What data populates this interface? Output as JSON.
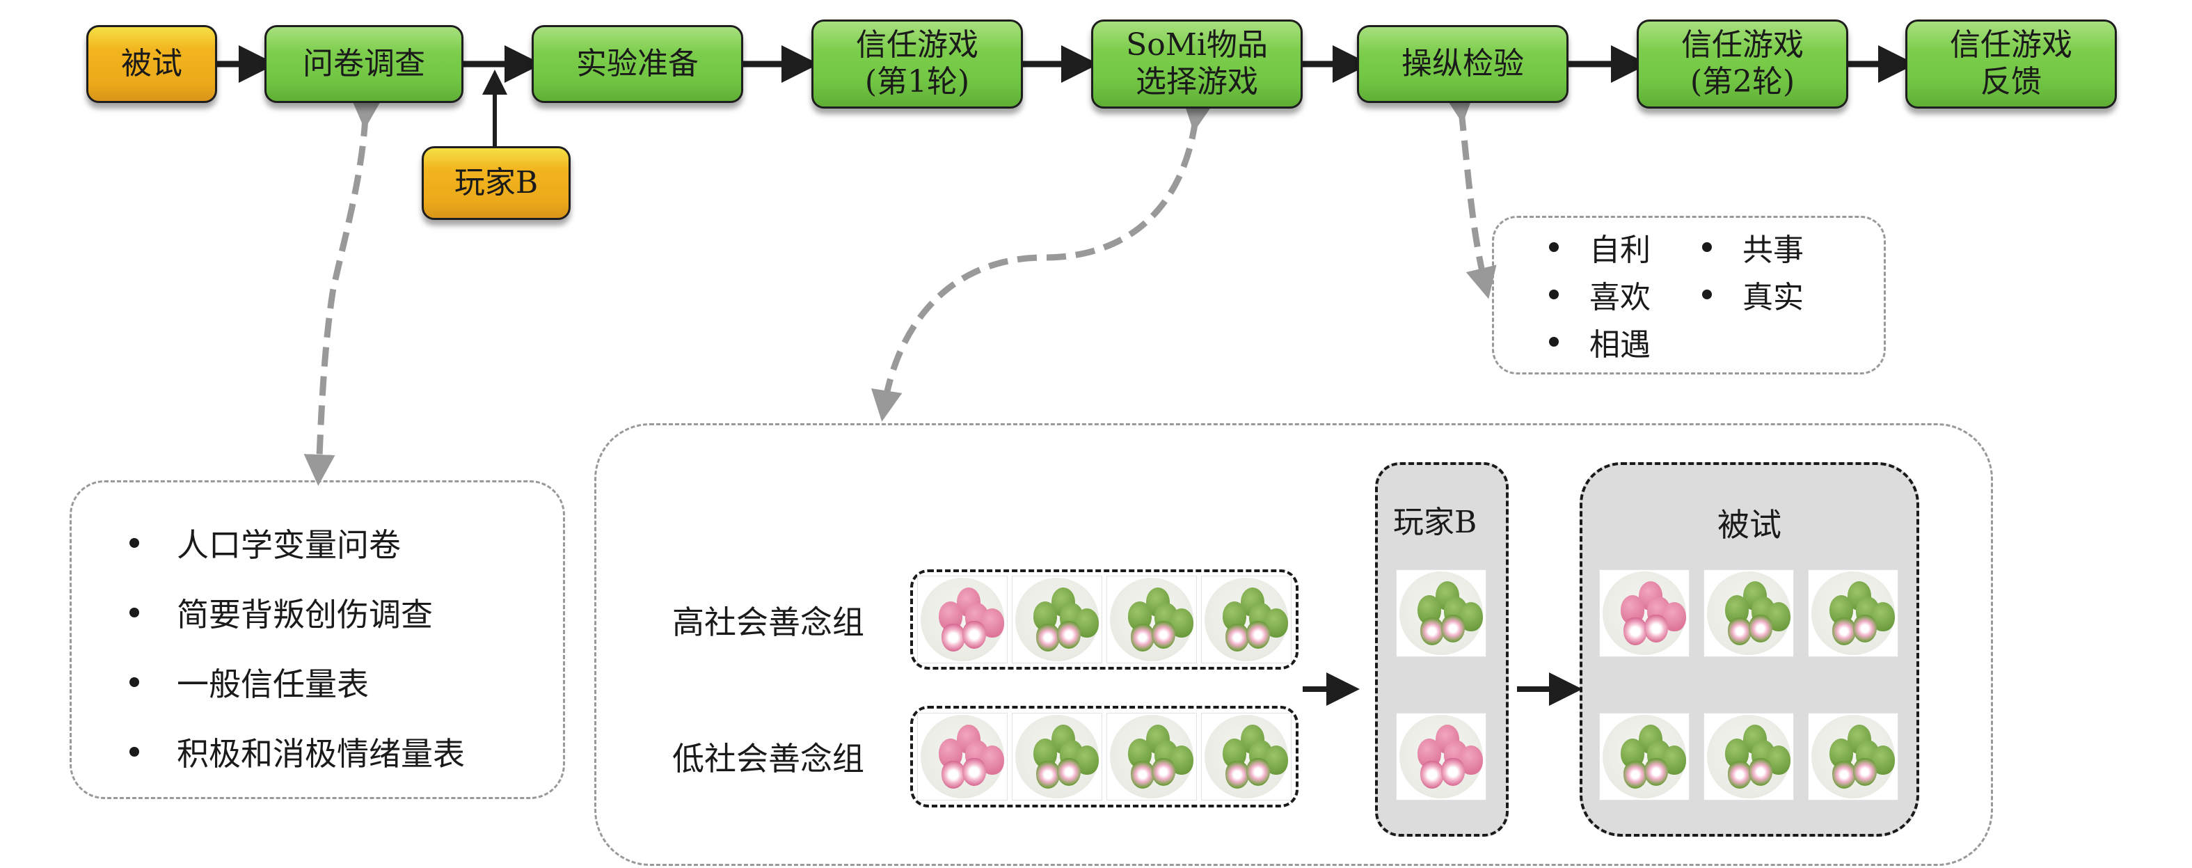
{
  "flow": {
    "steps": [
      {
        "id": "subject",
        "label": "被试",
        "color": "#F0AE1E"
      },
      {
        "id": "questionnaire",
        "label": "问卷调查",
        "color": "#76C94A"
      },
      {
        "id": "preparation",
        "label": "实验准备",
        "color": "#76C94A"
      },
      {
        "id": "trust-game-1",
        "label": "信任游戏\n(第1轮)",
        "color": "#76C94A"
      },
      {
        "id": "somi-game",
        "label": "SoMi物品\n选择游戏",
        "color": "#76C94A"
      },
      {
        "id": "manipulation-check",
        "label": "操纵检验",
        "color": "#76C94A"
      },
      {
        "id": "trust-game-2",
        "label": "信任游戏\n(第2轮)",
        "color": "#76C94A"
      },
      {
        "id": "trust-game-feedback",
        "label": "信任游戏\n反馈",
        "color": "#76C94A"
      }
    ],
    "player_b": {
      "label": "玩家B",
      "color": "#F0AE1E"
    }
  },
  "questionnaire_list": {
    "items": [
      "人口学变量问卷",
      "简要背叛创伤调查",
      "一般信任量表",
      "积极和消极情绪量表"
    ]
  },
  "manipulation_check_list": {
    "items": [
      "自利",
      "共事",
      "喜欢",
      "真实",
      "相遇"
    ]
  },
  "somi_panel": {
    "groups": [
      {
        "label": "高社会善念组",
        "items": [
          "pink",
          "green",
          "green",
          "green"
        ]
      },
      {
        "label": "低社会善念组",
        "items": [
          "pink",
          "green",
          "green",
          "green"
        ]
      }
    ],
    "player_b": {
      "label": "玩家B",
      "rows": [
        "green",
        "pink"
      ]
    },
    "subject": {
      "label": "被试",
      "rows": [
        [
          "pink",
          "green",
          "green"
        ],
        [
          "green",
          "green",
          "green"
        ]
      ]
    }
  },
  "colors": {
    "connector_grey": "#999999",
    "arrow_black": "#1e1e1e",
    "panel_grey": "#DCDCDC"
  }
}
